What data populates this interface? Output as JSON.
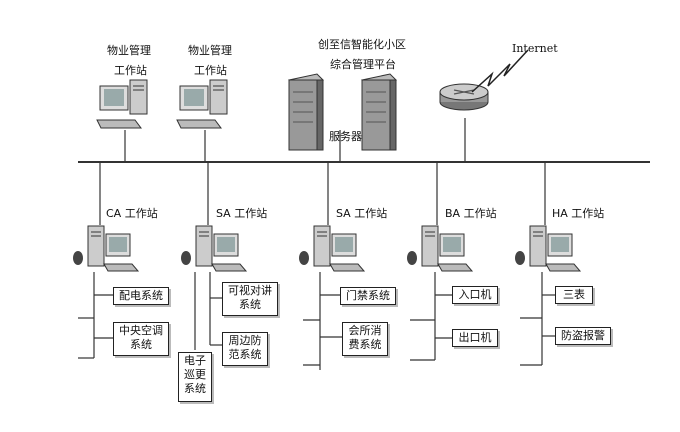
{
  "top": {
    "ws1_line1": "物业管理",
    "ws1_line2": "工作站",
    "ws2_line1": "物业管理",
    "ws2_line2": "工作站",
    "platform_line1": "创至信智能化小区",
    "platform_line2": "综合管理平台",
    "server_label": "服务器",
    "internet_label": "Internet"
  },
  "stations": [
    {
      "label": "CA 工作站"
    },
    {
      "label": "SA 工作站"
    },
    {
      "label": "SA 工作站"
    },
    {
      "label": "BA 工作站"
    },
    {
      "label": "HA 工作站"
    }
  ],
  "subsystems": {
    "ca_power": "配电系统",
    "ca_ac": "中央空调\n系统",
    "sa_intercom": "可视对讲\n系统",
    "sa_perimeter": "周边防\n范系统",
    "sa_patrol": "电子\n巡更\n系统",
    "sa_access": "门禁系统",
    "sa_club": "会所消\n费系统",
    "ba_entry": "入口机",
    "ba_exit": "出口机",
    "ha_meters": "三表",
    "ha_alarm": "防盗报警"
  },
  "icons": {
    "workstation": "desktop-computer-icon",
    "server": "server-tower-icon",
    "router": "router-icon",
    "link": "lightning-link-icon"
  }
}
